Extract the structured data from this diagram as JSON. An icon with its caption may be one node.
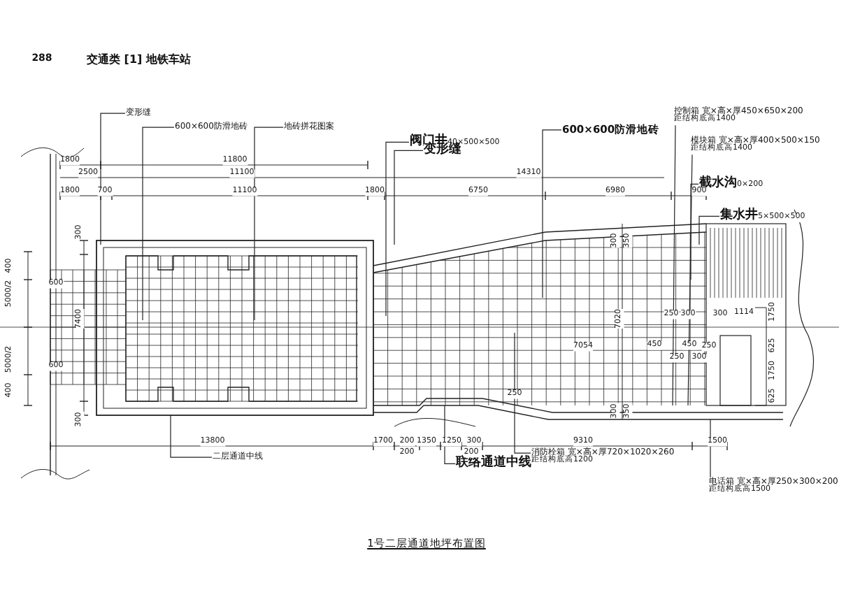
{
  "diagram": {
    "title": "交通类 [1] 地铁车站",
    "caption": "1号二层通道地坪布置图",
    "nodes": [
      {
        "text": [
          "变形缝"
        ]
      },
      {
        "text": [
          "600×600防滑地砖"
        ]
      },
      {
        "text": [
          "地砖拼花图案"
        ]
      },
      {
        "text": [
          "阀门井",
          "40×500×500"
        ]
      },
      {
        "text": [
          "变形缝"
        ]
      },
      {
        "text": [
          "600×600防滑地砖"
        ]
      },
      {
        "text": [
          "控制箱 宽×高×厚450×650×200",
          "距结构底高1400"
        ]
      },
      {
        "text": [
          "模块箱 宽×高×厚400×500×150",
          "距结构底高1400"
        ]
      },
      {
        "text": [
          "截水沟",
          "0×200"
        ]
      },
      {
        "text": [
          "集水井",
          "5×500×500"
        ]
      },
      {
        "text": [
          "二层通道中线"
        ]
      },
      {
        "text": [
          "联络通道中线"
        ]
      },
      {
        "text": [
          "消防栓箱 宽×高×厚720×1020×260",
          "距结构底高1200"
        ]
      },
      {
        "text": [
          "电话箱 宽×高×厚250×300×200",
          "距结构底高1500"
        ]
      }
    ],
    "edges": [
      {
        "from": 0,
        "to": null,
        "arrow": "none"
      },
      {
        "from": 1,
        "to": null,
        "arrow": "none"
      },
      {
        "from": 2,
        "to": null,
        "arrow": "none"
      },
      {
        "from": 3,
        "to": null,
        "arrow": "none"
      },
      {
        "from": 4,
        "to": null,
        "arrow": "none"
      },
      {
        "from": 5,
        "to": null,
        "arrow": "none"
      },
      {
        "from": 6,
        "to": null,
        "arrow": "none"
      },
      {
        "from": 7,
        "to": null,
        "arrow": "none"
      },
      {
        "from": 8,
        "to": null,
        "arrow": "none"
      },
      {
        "from": 9,
        "to": null,
        "arrow": "none"
      },
      {
        "from": 10,
        "to": null,
        "arrow": "none"
      },
      {
        "from": 11,
        "to": null,
        "arrow": "none"
      },
      {
        "from": 12,
        "to": null,
        "arrow": "none"
      },
      {
        "from": 13,
        "to": null,
        "arrow": "none"
      }
    ],
    "labels": [
      "288",
      "1800",
      "11800",
      "2500",
      "11100",
      "14310",
      "1800",
      "700",
      "11100",
      "1800",
      "6750",
      "6980",
      "900",
      "300",
      "300",
      "350",
      "400",
      "5000/2",
      "600",
      "7400",
      "7020",
      "250",
      "300",
      "300",
      "1114",
      "1750",
      "7054",
      "450",
      "450",
      "250",
      "625",
      "5000/2",
      "600",
      "250",
      "300",
      "1750",
      "400",
      "250",
      "625",
      "300",
      "300",
      "350",
      "13800",
      "1700",
      "200",
      "1350",
      "1250",
      "300",
      "9310",
      "1500",
      "200",
      "200"
    ]
  }
}
